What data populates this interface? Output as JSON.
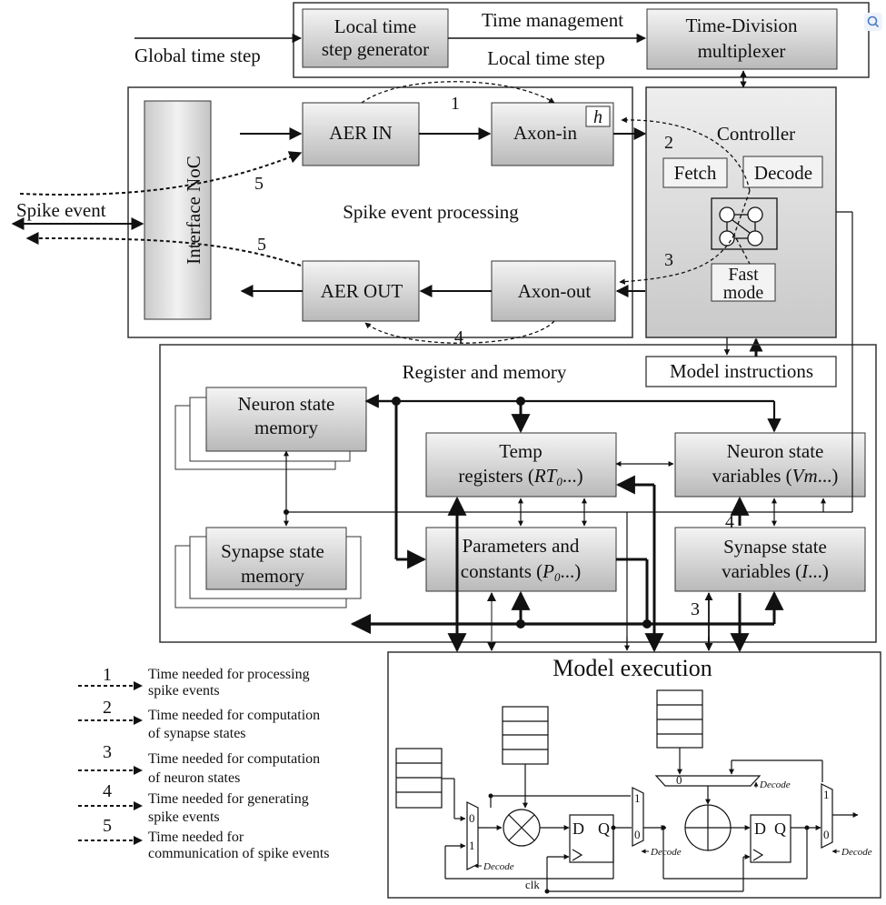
{
  "diagram": {
    "time_management": {
      "label": "Time management",
      "local_time_step_label": "Local time step",
      "global_time_step_label": "Global time step",
      "generator": [
        "Local time",
        "step generator"
      ],
      "multiplexer": [
        "Time-Division",
        "multiplexer"
      ]
    },
    "spike_processing": {
      "label": "Spike event processing",
      "interface_noc": "Interface NoC",
      "aer_in": "AER IN",
      "aer_out": "AER OUT",
      "axon_in": "Axon-in",
      "axon_out": "Axon-out",
      "h_label": "h",
      "spike_event": "Spike event"
    },
    "controller": {
      "label": "Controller",
      "fetch": "Fetch",
      "decode": "Decode",
      "fast_mode": [
        "Fast",
        "mode"
      ],
      "model_instructions": "Model instructions"
    },
    "register_memory": {
      "label": "Register and memory",
      "neuron_state_memory": [
        "Neuron state",
        "memory"
      ],
      "synapse_state_memory": [
        "Synapse state",
        "memory"
      ],
      "temp_registers": [
        "Temp",
        "registers (",
        "RT",
        "0",
        "...)"
      ],
      "neuron_state_variables": [
        "Neuron state",
        "variables (",
        "Vm",
        "...)"
      ],
      "parameters_constants": [
        "Parameters and",
        "constants (",
        "P",
        "0",
        "...)"
      ],
      "synapse_state_variables": [
        "Synapse state",
        "variables (",
        "I",
        "...)"
      ]
    },
    "model_execution": {
      "label": "Model execution",
      "decode_label": "Decode",
      "clk_label": "clk",
      "d": "D",
      "q": "Q",
      "zero": "0",
      "one": "1"
    },
    "path_numbers": [
      "1",
      "2",
      "3",
      "4",
      "5"
    ],
    "legend": [
      {
        "number": "1",
        "text": [
          "Time needed for processing",
          "spike events"
        ]
      },
      {
        "number": "2",
        "text": [
          "Time needed for computation",
          "of synapse states"
        ]
      },
      {
        "number": "3",
        "text": [
          "Time needed for computation",
          "of neuron states"
        ]
      },
      {
        "number": "4",
        "text": [
          "Time needed for generating",
          "spike events"
        ]
      },
      {
        "number": "5",
        "text": [
          "Time needed for",
          "communication of spike events"
        ]
      }
    ],
    "colors": {
      "box_fill_top": "#f4f4f4",
      "box_fill_bottom": "#b8b8b8",
      "line": "#111111"
    }
  }
}
